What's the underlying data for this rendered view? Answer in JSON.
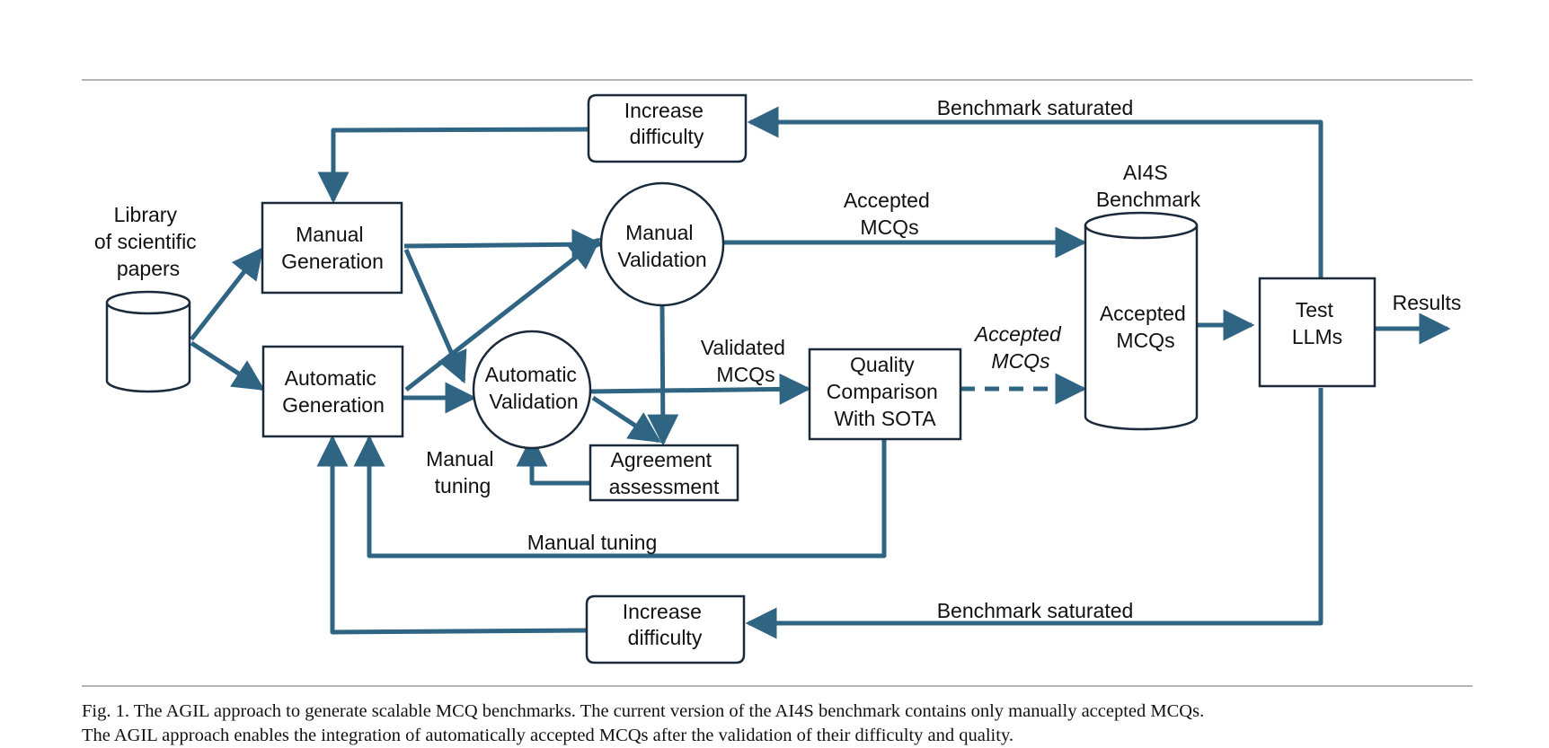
{
  "colors": {
    "arrow": "#2f6483",
    "outline": "#1a2a3a",
    "text": "#111111"
  },
  "nodes": {
    "library": [
      "Library",
      "of scientific",
      "papers"
    ],
    "manual_generation": [
      "Manual",
      "Generation"
    ],
    "automatic_generation": [
      "Automatic",
      "Generation"
    ],
    "manual_validation": [
      "Manual",
      "Validation"
    ],
    "automatic_validation": [
      "Automatic",
      "Validation"
    ],
    "agreement_assessment": [
      "Agreement",
      "assessment"
    ],
    "quality_comparison": [
      "Quality",
      "Comparison",
      "With SOTA"
    ],
    "benchmark_title": [
      "AI4S",
      "Benchmark"
    ],
    "benchmark_contents": [
      "Accepted",
      "MCQs"
    ],
    "test_llms": [
      "Test",
      "LLMs"
    ],
    "increase_difficulty_top": [
      "Increase",
      "difficulty"
    ],
    "increase_difficulty_bottom": [
      "Increase",
      "difficulty"
    ]
  },
  "edge_labels": {
    "benchmark_saturated_top": "Benchmark saturated",
    "benchmark_saturated_bottom": "Benchmark saturated",
    "accepted_mcqs_manual": [
      "Accepted",
      "MCQs"
    ],
    "validated_mcqs": [
      "Validated",
      "MCQs"
    ],
    "accepted_mcqs_automatic": [
      "Accepted",
      "MCQs"
    ],
    "manual_tuning_small": [
      "Manual",
      "tuning"
    ],
    "manual_tuning_long": "Manual tuning",
    "results": "Results"
  },
  "caption": [
    "Fig. 1.  The AGIL approach to generate scalable MCQ benchmarks. The current version of the AI4S benchmark contains only manually accepted MCQs.",
    "The AGIL approach enables the integration of automatically accepted MCQs after the validation of their difficulty and quality."
  ]
}
